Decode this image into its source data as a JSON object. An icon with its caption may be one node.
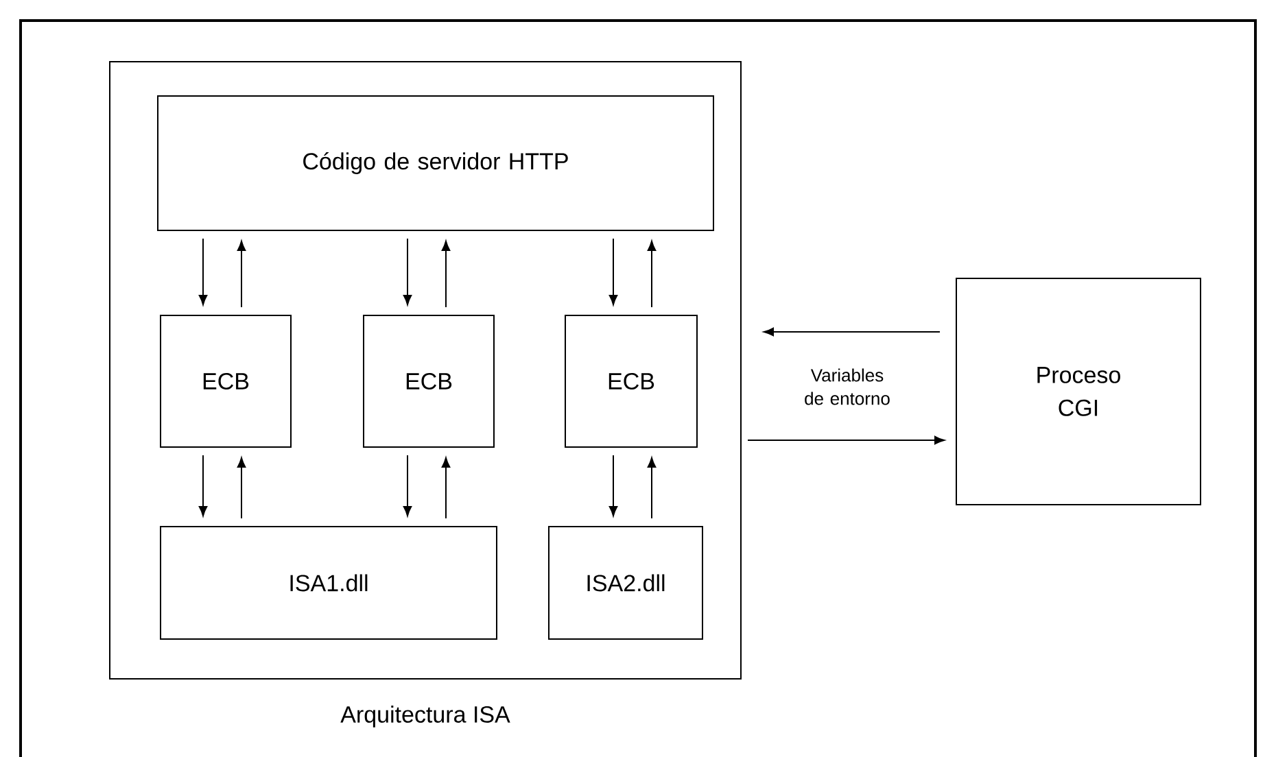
{
  "diagram": {
    "nodes": [
      {
        "text": [
          "Arquitectura ISA"
        ]
      },
      {
        "text": [
          "Código de servidor HTTP"
        ],
        "in": 0
      },
      {
        "text": [
          "ECB"
        ],
        "in": 0
      },
      {
        "text": [
          "ECB"
        ],
        "in": 0
      },
      {
        "text": [
          "ECB"
        ],
        "in": 0
      },
      {
        "text": [
          "ISA1.dll"
        ],
        "in": 0
      },
      {
        "text": [
          "ISA2.dll"
        ],
        "in": 0
      },
      {
        "text": [
          "Proceso CGI"
        ]
      }
    ],
    "edges": [
      {
        "from": 1,
        "to": 2,
        "arrow": "to"
      },
      {
        "from": 2,
        "to": 1,
        "arrow": "to"
      },
      {
        "from": 1,
        "to": 3,
        "arrow": "to"
      },
      {
        "from": 3,
        "to": 1,
        "arrow": "to"
      },
      {
        "from": 1,
        "to": 4,
        "arrow": "to"
      },
      {
        "from": 4,
        "to": 1,
        "arrow": "to"
      },
      {
        "from": 2,
        "to": 5,
        "arrow": "to"
      },
      {
        "from": 5,
        "to": 2,
        "arrow": "to"
      },
      {
        "from": 3,
        "to": 5,
        "arrow": "to"
      },
      {
        "from": 5,
        "to": 3,
        "arrow": "to"
      },
      {
        "from": 4,
        "to": 6,
        "arrow": "to"
      },
      {
        "from": 6,
        "to": 4,
        "arrow": "to"
      },
      {
        "from": 7,
        "to": 0,
        "arrow": "to"
      },
      {
        "from": 0,
        "to": 7,
        "arrow": "to",
        "label": "Variables de entorno"
      }
    ]
  }
}
